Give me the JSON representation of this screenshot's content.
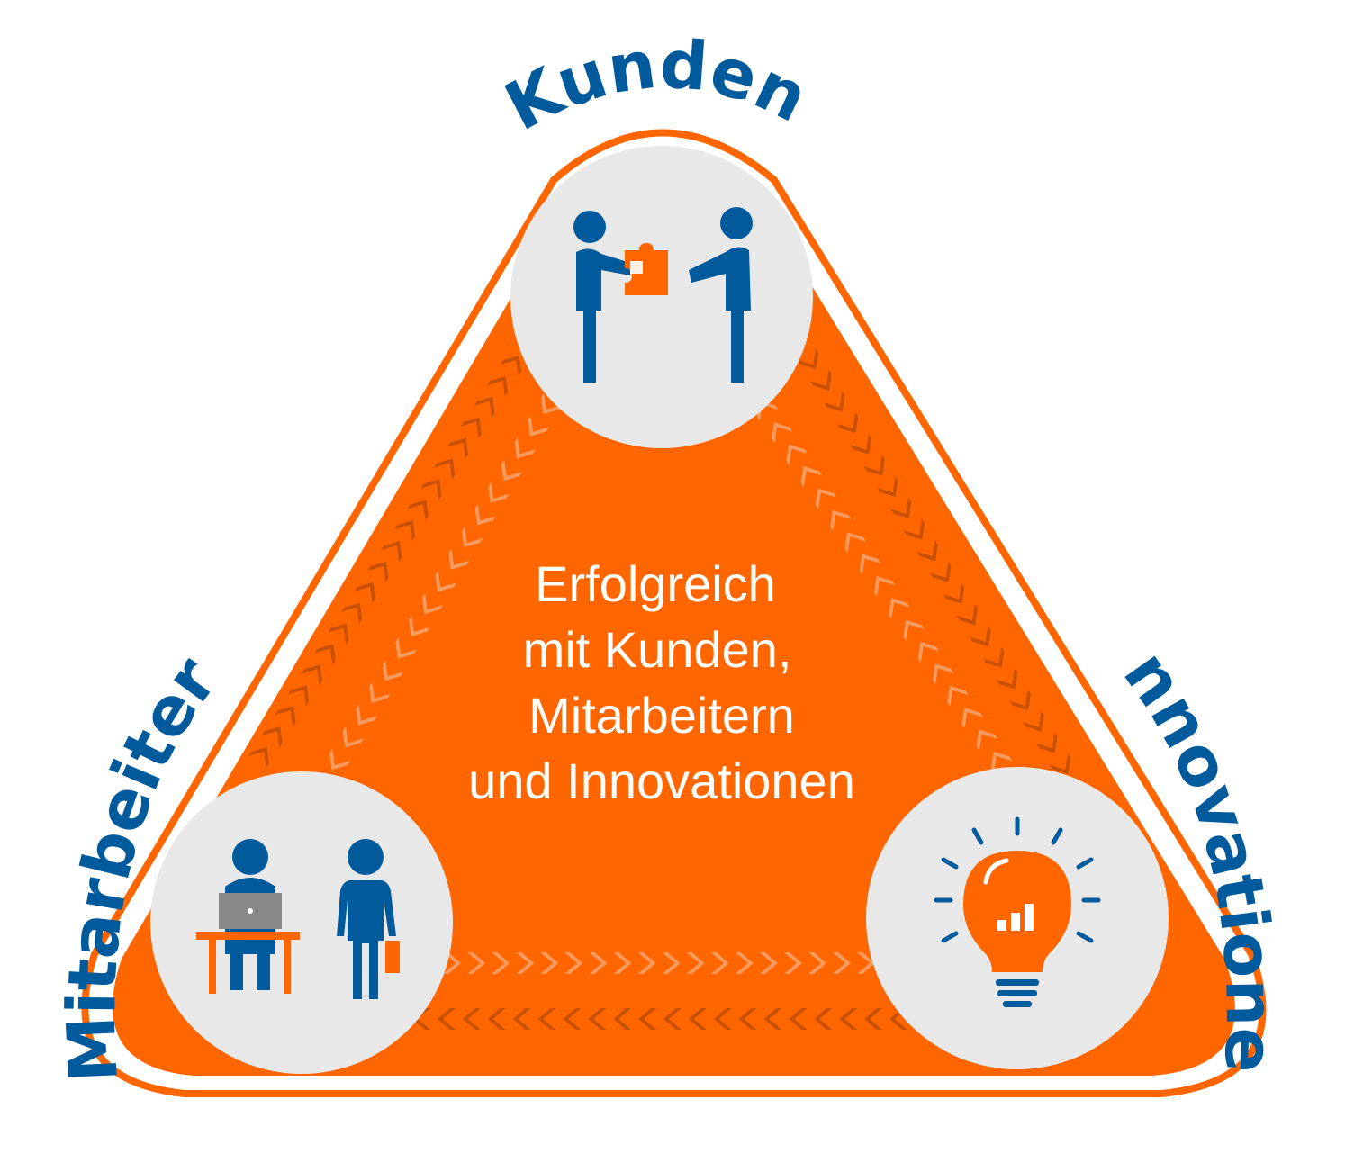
{
  "labels": {
    "top": "Kunden",
    "left": "Mitarbeiter",
    "right": "Innovationen"
  },
  "center_text": {
    "line1": "Erfolgreich",
    "line2": "mit Kunden,",
    "line3": "Mitarbeitern",
    "line4": "und Innovationen"
  },
  "icons": {
    "top": "handshake-puzzle-icon",
    "left": "employees-desk-icon",
    "right": "lightbulb-chart-icon"
  },
  "colors": {
    "orange": "#FF6600",
    "blue": "#005A9C",
    "circle_fill": "#E8E8E8",
    "laptop_gray": "#8A8A8A"
  }
}
